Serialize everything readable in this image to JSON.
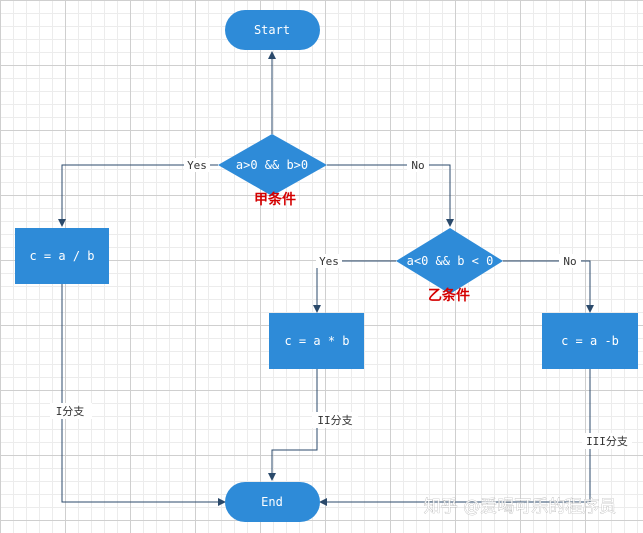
{
  "colors": {
    "node": "#2e8bd8",
    "edge": "#2b4a6b",
    "condition": "#d40000"
  },
  "nodes": {
    "start": "Start",
    "cond_a": "a>0 && b>0",
    "cond_b": "a<0 && b < 0",
    "proc_div": "c = a / b",
    "proc_mul": "c = a * b",
    "proc_sub": "c = a -b",
    "end": "End"
  },
  "edge_labels": {
    "a_yes": "Yes",
    "a_no": "No",
    "b_yes": "Yes",
    "b_no": "No"
  },
  "conditions": {
    "a": "甲条件",
    "b": "乙条件"
  },
  "branches": {
    "one": "I分支",
    "two": "II分支",
    "three": "III分支"
  },
  "watermark": "知乎 @爱喝可乐的程序员"
}
